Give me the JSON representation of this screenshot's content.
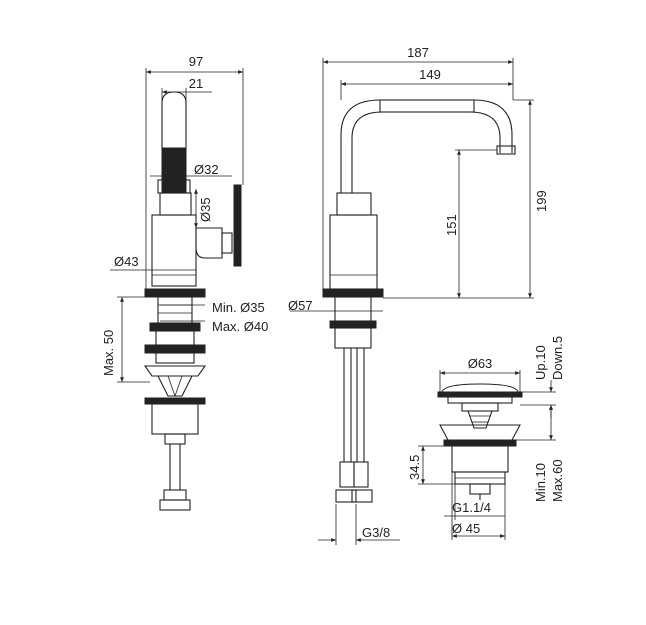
{
  "labels": {
    "w97": "97",
    "w21": "21",
    "d32": "Ø32",
    "d35": "Ø35",
    "d43": "Ø43",
    "min35": "Min. Ø35",
    "max40": "Max. Ø40",
    "max50": "Max. 50",
    "w187": "187",
    "w149": "149",
    "h199": "199",
    "h151": "151",
    "d57": "Ø57",
    "g38": "G3/8",
    "d63": "Ø63",
    "up10": "Up.10",
    "down5": "Down.5",
    "h345": "34.5",
    "min10": "Min.10",
    "max60": "Max.60",
    "g114": "G1.1/4",
    "d45": "Ø 45"
  },
  "colors": {
    "line": "#222222",
    "background": "#ffffff"
  }
}
